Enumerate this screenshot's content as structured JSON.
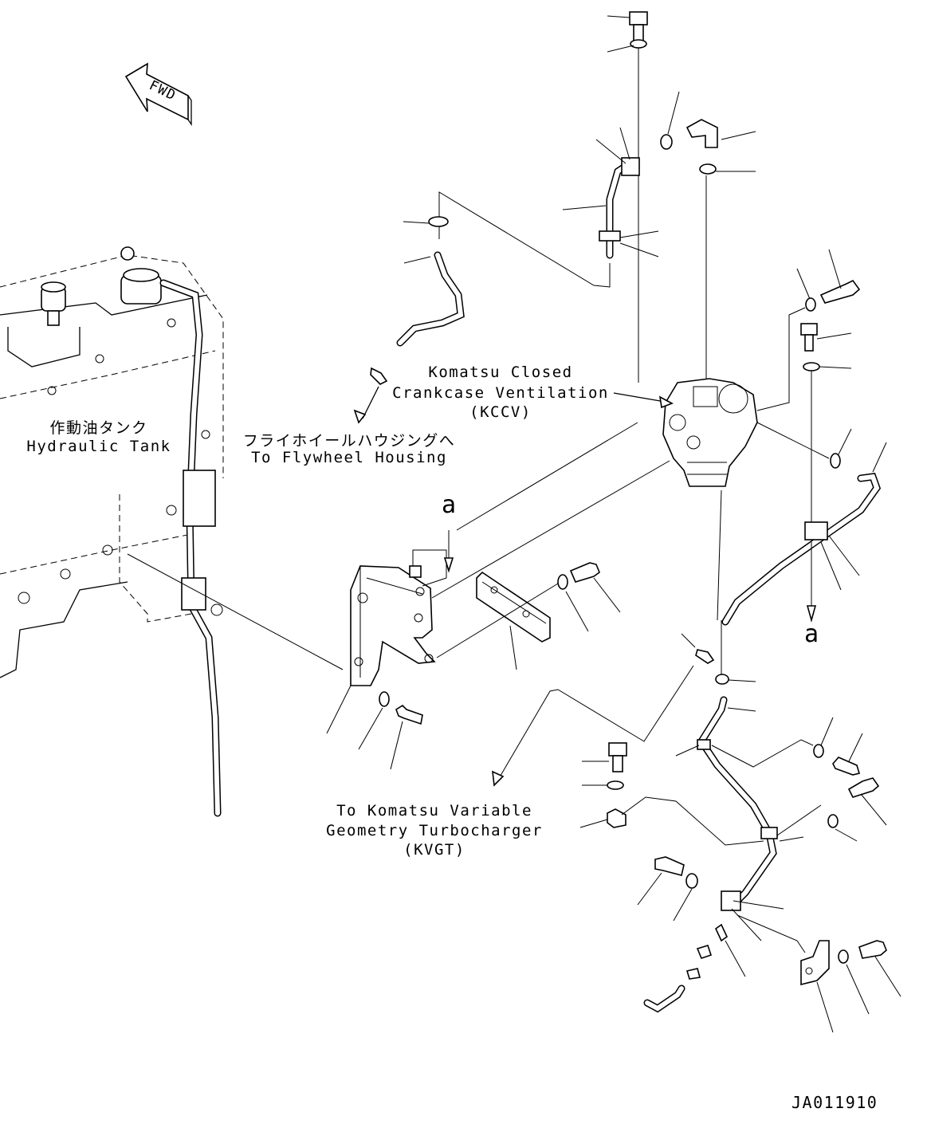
{
  "labels": {
    "fwd": "FWD",
    "kccv_line1": "Komatsu Closed",
    "kccv_line2": "Crankcase Ventilation",
    "kccv_line3": "(KCCV)",
    "hydraulic_jp": "作動油タンク",
    "hydraulic_en": "Hydraulic Tank",
    "flywheel_jp": "フライホイールハウジングへ",
    "flywheel_en": "To Flywheel Housing",
    "kvgt_line1": "To Komatsu Variable",
    "kvgt_line2": "Geometry Turbocharger",
    "kvgt_line3": "(KVGT)",
    "ref_a_top": "a",
    "ref_a_right": "a",
    "drawing_code": "JA011910"
  }
}
